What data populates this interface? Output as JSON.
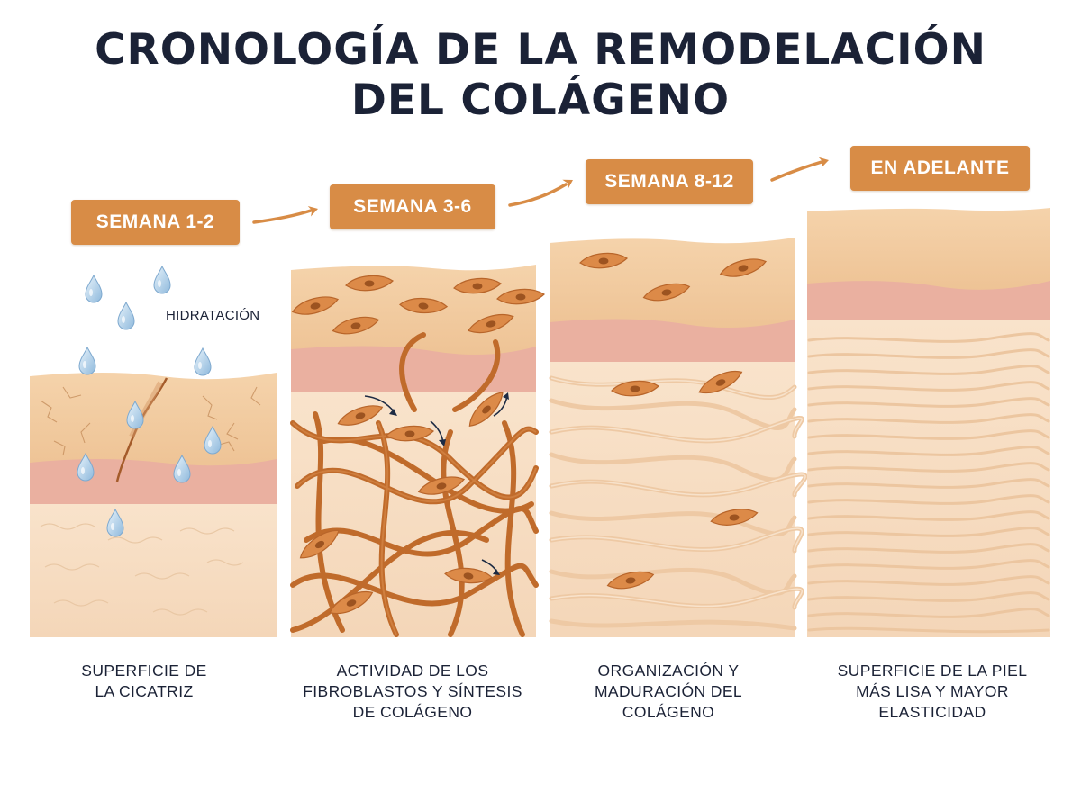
{
  "title": {
    "line1": "CRONOLOGÍA DE LA REMODELACIÓN",
    "line2": "DEL COLÁGENO"
  },
  "stages": [
    {
      "label": "SEMANA 1-2",
      "caption_lines": [
        "SUPERFICIE DE",
        "LA CICATRIZ"
      ]
    },
    {
      "label": "SEMANA 3-6",
      "caption_lines": [
        "ACTIVIDAD DE LOS",
        "FIBROBLASTOS Y SÍNTESIS",
        "DE COLÁGENO"
      ]
    },
    {
      "label": "SEMANA 8-12",
      "caption_lines": [
        "ORGANIZACIÓN Y",
        "MADURACIÓN DEL",
        "COLÁGENO"
      ]
    },
    {
      "label": "EN ADELANTE",
      "caption_lines": [
        "SUPERFICIE DE LA PIEL",
        "MÁS LISA Y MAYOR",
        "ELASTICIDAD"
      ]
    }
  ],
  "annotations": {
    "hydration": "HIDRATACIÓN"
  },
  "colors": {
    "badge": "#d88c46",
    "title_text": "#1b2236",
    "skin_top": "#f0c99b",
    "dermis_pink": "#eab0a0",
    "skin_lower": "#f6dcc0",
    "collagen": "#c06b2b",
    "fibroblast": "#dc8a48",
    "water_drop": "#a9cce8"
  }
}
